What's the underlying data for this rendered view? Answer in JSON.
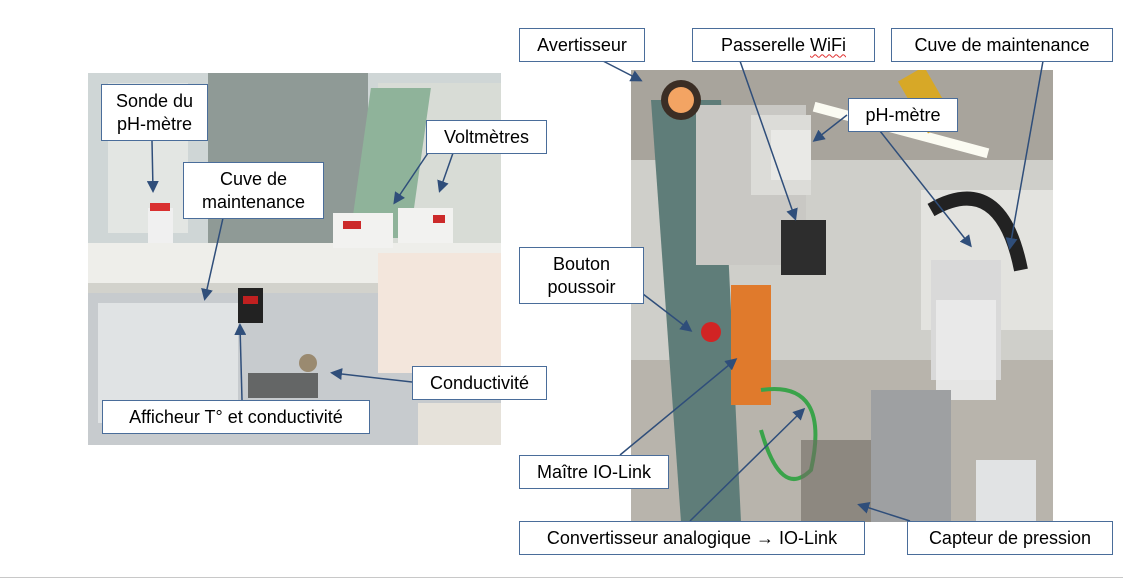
{
  "callouts": {
    "sonde_ph": "Sonde du\npH-mètre",
    "voltmetres": "Voltmètres",
    "cuve_left": "Cuve de\nmaintenance",
    "conductivite": "Conductivité",
    "afficheur": "Afficheur T° et conductivité",
    "avertisseur": "Avertisseur",
    "passerelle_a": "Passerelle ",
    "passerelle_b": "WiFi",
    "cuve_right": "Cuve de maintenance",
    "ph_metre": "pH-mètre",
    "bouton": "Bouton\npoussoir",
    "maitre": "Maître IO-Link",
    "convertisseur": "Convertisseur analogique → IO-Link",
    "capteur": "Capteur de pression"
  },
  "colors": {
    "callout_border": "#4a6d9a",
    "leader_line": "#2f4e7a",
    "panel_teal": "#5f7d79",
    "connector_orange": "#e07a2c"
  }
}
